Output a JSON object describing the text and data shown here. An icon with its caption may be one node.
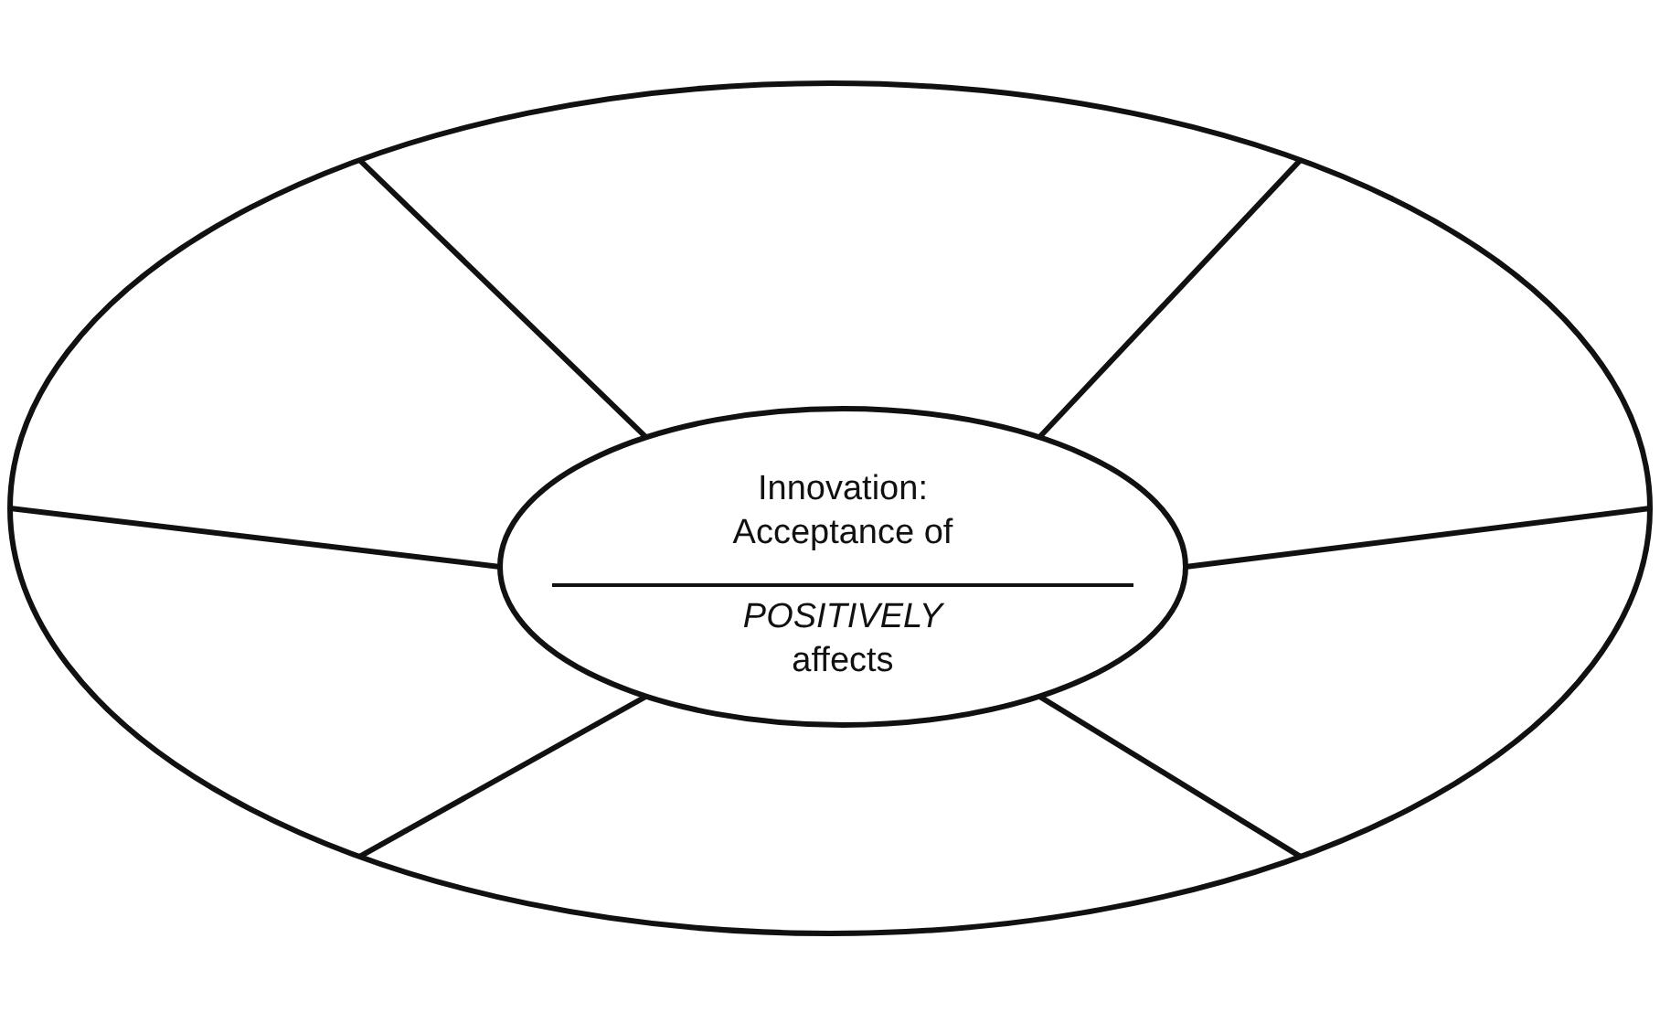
{
  "diagram": {
    "nodes": [
      {
        "text": [],
        "shape": "ellipse"
      },
      {
        "text": [
          "Innovation: Acceptance of",
          "*POSITIVELY* affects"
        ],
        "in": 0
      }
    ],
    "edges": [
      {
        "from": 1,
        "to": 0,
        "arrow": "none"
      },
      {
        "from": 1,
        "to": 0,
        "arrow": "none"
      },
      {
        "from": 1,
        "to": 0,
        "arrow": "none"
      },
      {
        "from": 1,
        "to": 0,
        "arrow": "none"
      },
      {
        "from": 1,
        "to": 0,
        "arrow": "none"
      },
      {
        "from": 1,
        "to": 0,
        "arrow": "none"
      }
    ]
  }
}
